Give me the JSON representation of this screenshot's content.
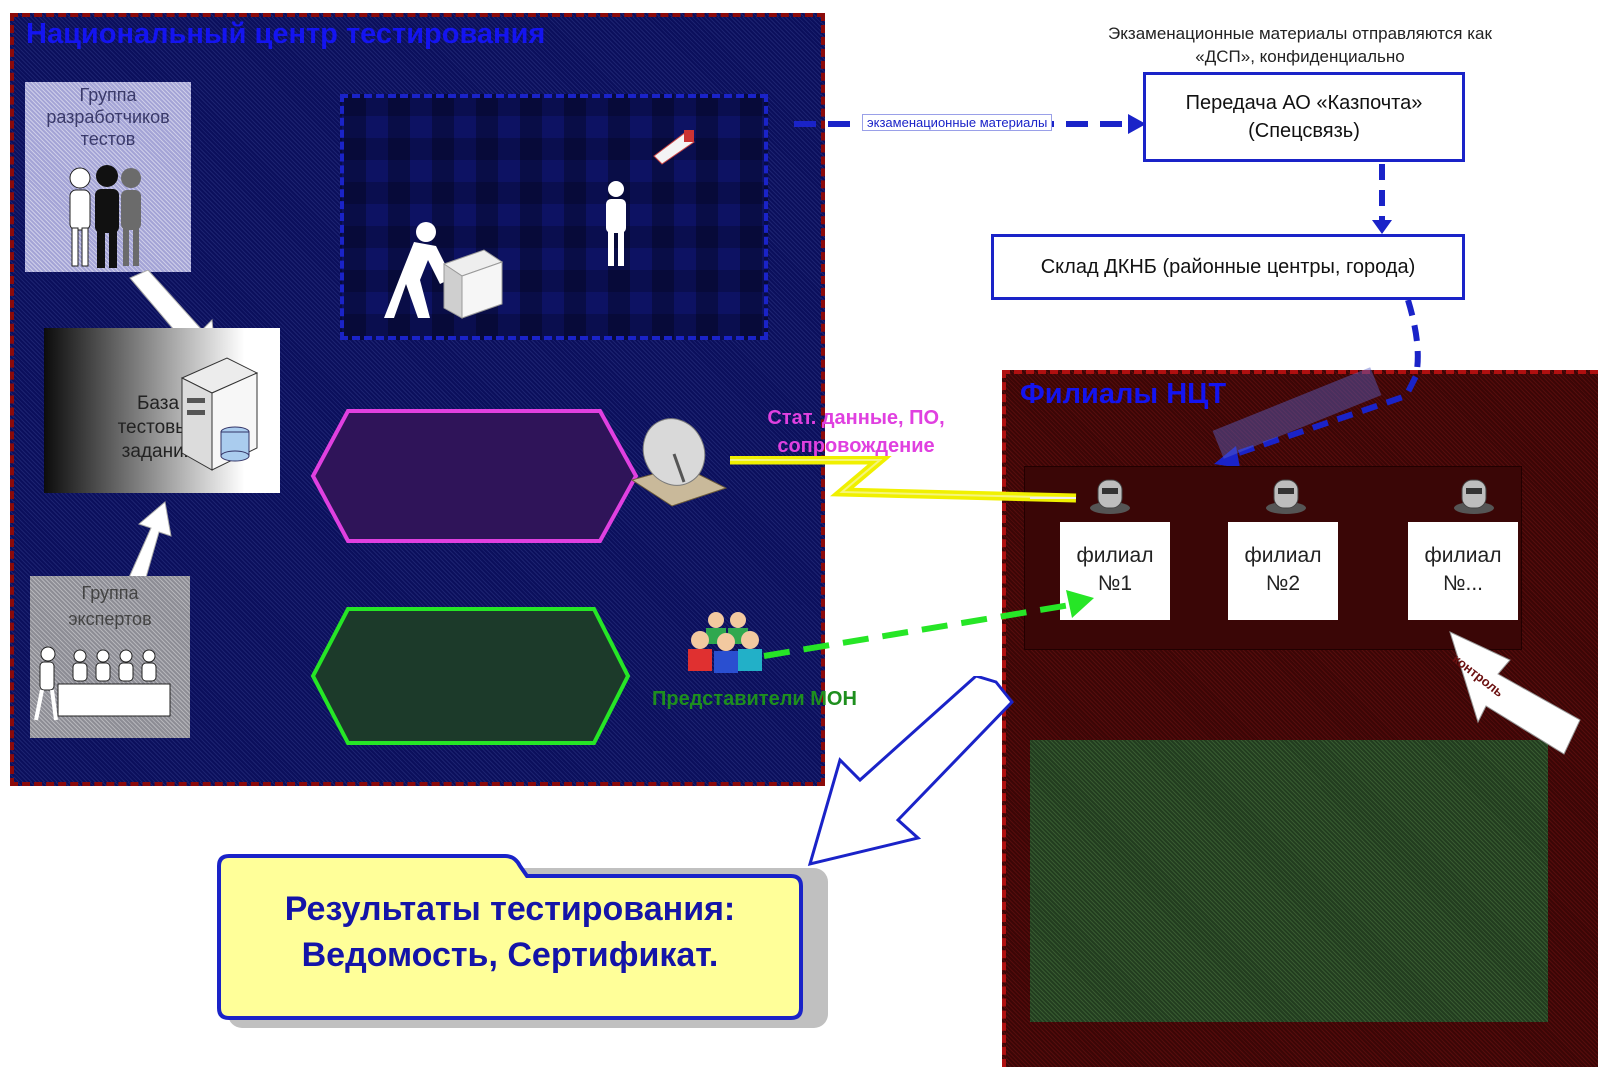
{
  "title": "Национальный центр тестирования",
  "branches_title": "Филиалы НЦТ",
  "exam_note": "Экзаменационные материалы отправляются как «ДСП», конфиденциально",
  "exam_materials_label": "экзаменационные материалы",
  "kazpost_box": "Передача АО «Казпочта» (Спецсвязь)",
  "warehouse_box": "Склад ДКНБ (районные центры, города)",
  "developers_group": "Группа разработчиков тестов",
  "experts_group": "Группа экспертов",
  "test_db": "База тестовых заданий",
  "stat_label": "Стат. данные, ПО, сопровождение",
  "mon_reps": "Представители МОН",
  "control_label": "контроль",
  "branches": [
    "филиал №1",
    "филиал №2",
    "филиал №..."
  ],
  "results": {
    "line1": "Результаты тестирования:",
    "line2": "Ведомость, Сертификат."
  },
  "colors": {
    "navy": "#0b0f5c",
    "maroon": "#3b0606",
    "title_blue": "#1414f0",
    "link_blue": "#1a23c8",
    "magenta": "#e040e0",
    "green": "#26c626",
    "yellow": "#ffff99"
  }
}
